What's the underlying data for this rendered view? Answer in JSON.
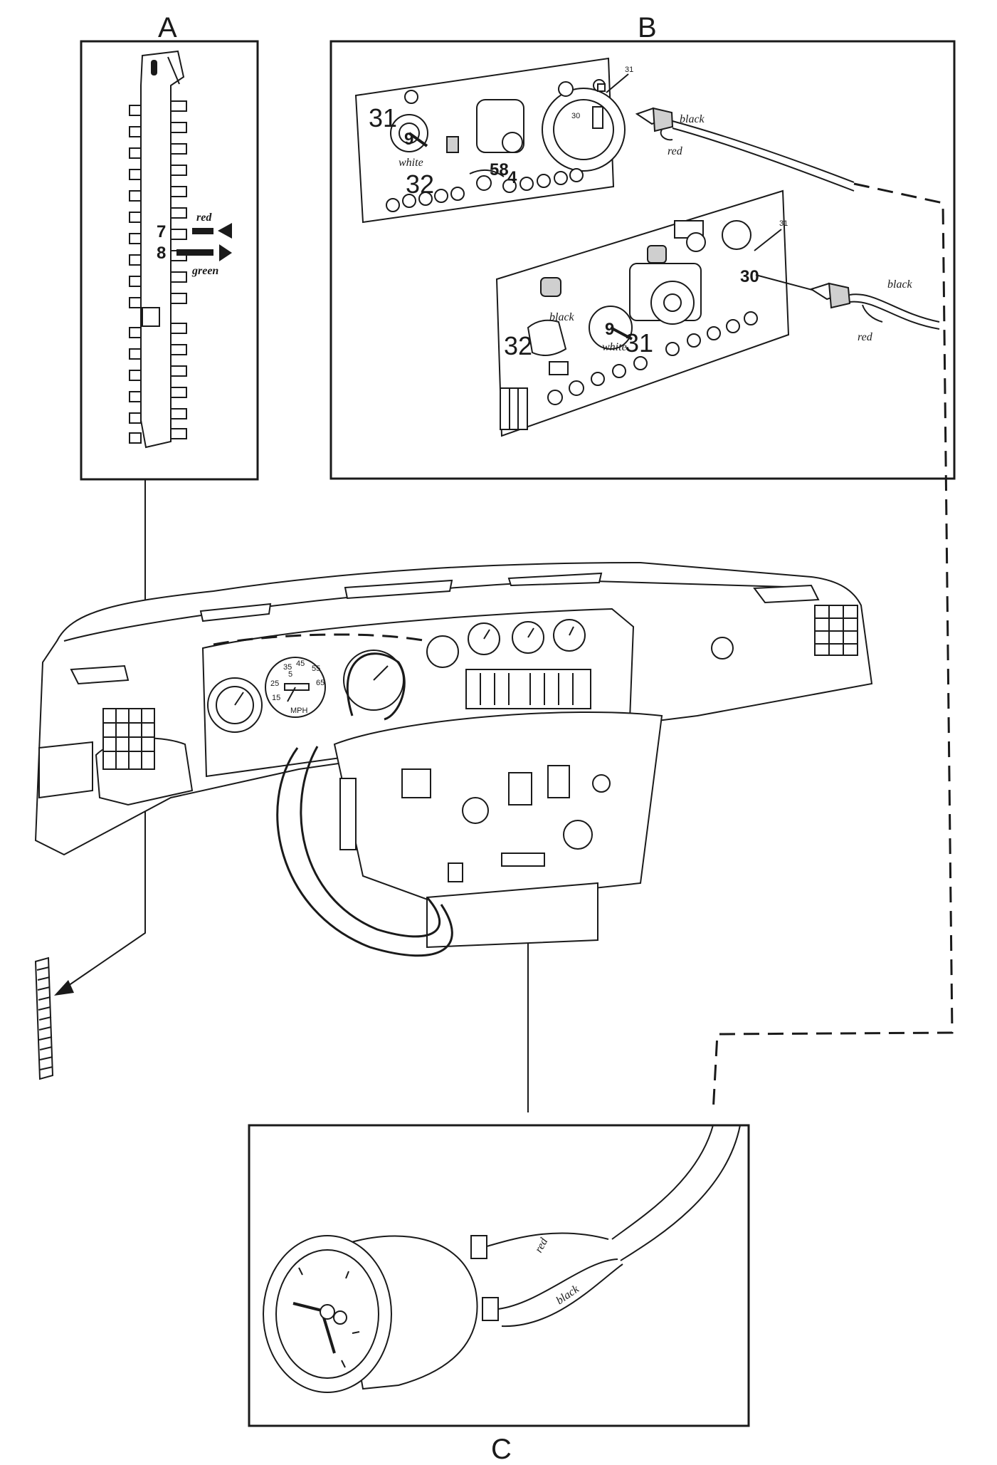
{
  "panels": {
    "a": {
      "label": "A"
    },
    "b": {
      "label": "B"
    },
    "c": {
      "label": "C"
    }
  },
  "fuse_box": {
    "terminal_7": "7",
    "terminal_8": "8",
    "wire_red": "red",
    "wire_green": "green"
  },
  "instrument_panel_upper": {
    "terminal_31_left": "31",
    "terminal_32": "32",
    "terminal_31_right": "31",
    "terminal_30": "30",
    "terminal_58": "58",
    "terminal_4": "4",
    "socket_9": "9",
    "wire_white": "white",
    "wire_black": "black",
    "wire_red": "red"
  },
  "instrument_panel_lower": {
    "terminal_31_top": "31",
    "terminal_30": "30",
    "terminal_32": "32",
    "terminal_31_bottom": "31",
    "socket_9": "9",
    "wire_black_socket": "black",
    "wire_white": "white",
    "wire_black": "black",
    "wire_red": "red"
  },
  "speedometer": {
    "ticks": [
      "5",
      "15",
      "25",
      "35",
      "45",
      "55",
      "65"
    ],
    "unit": "MPH"
  },
  "clock_connector": {
    "wire_red": "red",
    "wire_black": "black"
  },
  "colors": {
    "line": "#1a1a1a",
    "background": "#ffffff",
    "fill_grey": "#cfcfcf"
  }
}
